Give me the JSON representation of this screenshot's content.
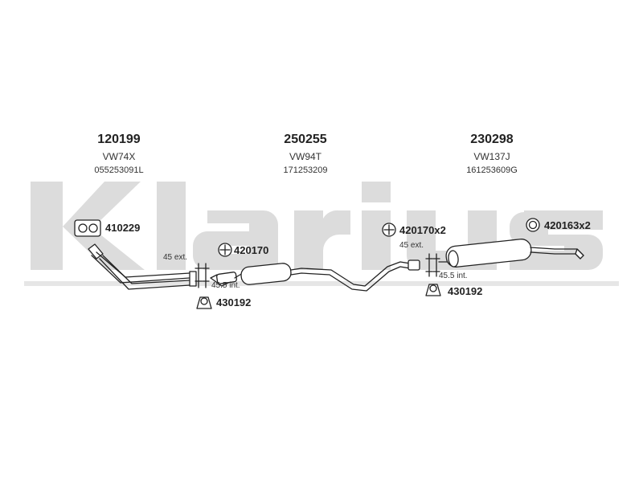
{
  "watermark": {
    "text": "Klarius",
    "color": "#dcdcdc"
  },
  "groups": [
    {
      "part_number": "120199",
      "model": "VW74X",
      "oem": "055253091L"
    },
    {
      "part_number": "250255",
      "model": "VW94T",
      "oem": "171253209"
    },
    {
      "part_number": "230298",
      "model": "VW137J",
      "oem": "161253609G"
    }
  ],
  "parts": {
    "gasket": "410229",
    "clamp_left": "420170",
    "hanger_left": "430192",
    "clamp_right": "420170x2",
    "hanger_right": "430192",
    "ring": "420163x2"
  },
  "notes": {
    "left_ext": "45 ext.",
    "left_int": "45.5 int.",
    "right_ext": "45 ext.",
    "right_int": "45.5 int."
  },
  "colors": {
    "line": "#222222",
    "pipe_fill": "#ffffff"
  }
}
